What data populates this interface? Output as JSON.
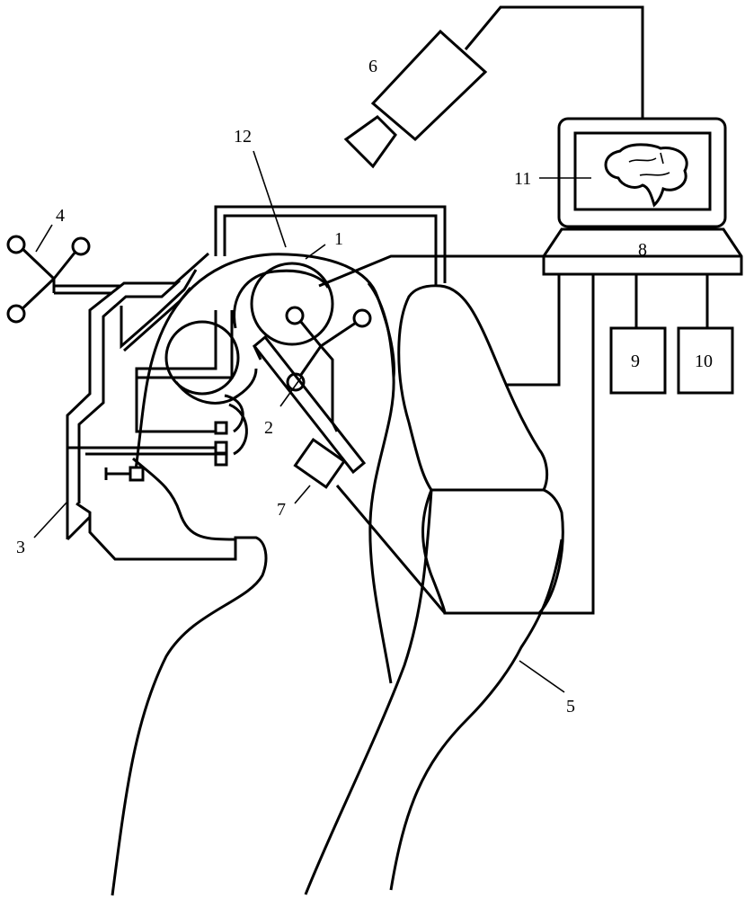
{
  "labels": {
    "l1": "1",
    "l2": "2",
    "l3": "3",
    "l4": "4",
    "l5": "5",
    "l6": "6",
    "l7": "7",
    "l8": "8",
    "l9": "9",
    "l10": "10",
    "l11": "11",
    "l12": "12"
  },
  "colors": {
    "line": "#000000",
    "background": "#ffffff"
  },
  "icons": {
    "monitor_content": "brain-icon",
    "camera": "camera-icon"
  }
}
